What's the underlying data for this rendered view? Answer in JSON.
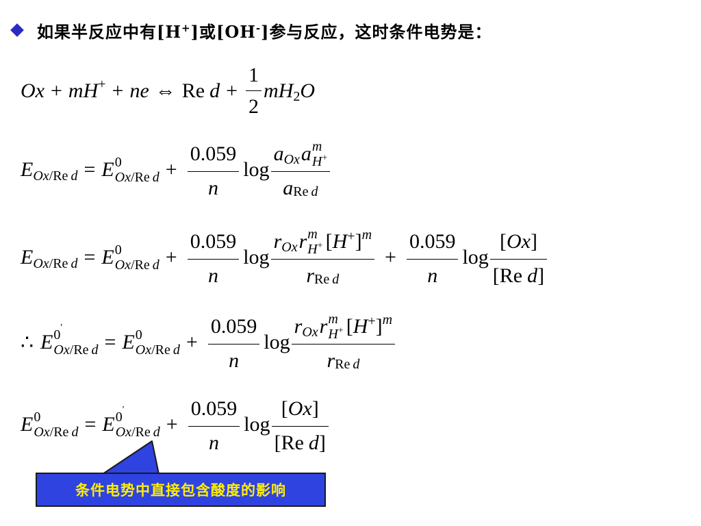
{
  "heading": {
    "text_before_h": "如果半反应中有[H",
    "h_charge": "+",
    "text_mid": "]或[OH",
    "oh_charge": "-",
    "text_after": "]参与反应，这时条件电势是："
  },
  "eq1": {
    "Ox": "Ox",
    "plus1": "+",
    "mH": "mH",
    "plus_sup": "+",
    "plus2": "+",
    "ne": "ne",
    "arrow": "⇔",
    "Re": "Re",
    "d": "d",
    "plus3": "+",
    "frac_num": "1",
    "frac_den": "2",
    "mH2": "mH",
    "sub2": "2",
    "O": "O"
  },
  "eq2": {
    "E": "E",
    "sub_ox": "Ox",
    "slash": "/",
    "sub_re": "Re",
    "sub_d": "d",
    "eq": "=",
    "E0": "E",
    "zero": "0",
    "plus": "+",
    "coef": "0.059",
    "n": "n",
    "log": "log",
    "a": "a",
    "m": "m",
    "H": "H",
    "hplus": "+"
  },
  "eq3": {
    "E": "E",
    "sub_ox": "Ox",
    "slash": "/",
    "sub_re": "Re",
    "sub_d": "d",
    "eq": "=",
    "E0": "E",
    "zero": "0",
    "plus": "+",
    "coef": "0.059",
    "n": "n",
    "log": "log",
    "r": "r",
    "m": "m",
    "H": "H",
    "hplus": "+",
    "lb": "[",
    "rb": "]",
    "plus2": "+",
    "coef2": "0.059",
    "n2": "n",
    "log2": "log",
    "Ox": "Ox",
    "Re": "Re",
    "d": "d"
  },
  "eq4": {
    "therefore": "∴",
    "E": "E",
    "zero": "0",
    "prime": "'",
    "sub_ox": "Ox",
    "slash": "/",
    "sub_re": "Re",
    "sub_d": "d",
    "eq": "=",
    "E0": "E",
    "plus": "+",
    "coef": "0.059",
    "n": "n",
    "log": "log",
    "r": "r",
    "m": "m",
    "H": "H",
    "hplus": "+",
    "lb": "[",
    "rb": "]"
  },
  "eq5": {
    "E": "E",
    "zero": "0",
    "sub_ox": "Ox",
    "slash": "/",
    "sub_re": "Re",
    "sub_d": "d",
    "eq": "=",
    "E0": "E",
    "prime": "'",
    "plus": "+",
    "coef": "0.059",
    "n": "n",
    "log": "log",
    "lb": "[",
    "rb": "]",
    "Ox": "Ox",
    "Re": "Re",
    "d": "d"
  },
  "callout": {
    "text": "条件电势中直接包含酸度的影响"
  },
  "colors": {
    "bullet": "#2b2bc4",
    "callout_bg": "#2f43e0",
    "callout_text": "#ffee00"
  }
}
